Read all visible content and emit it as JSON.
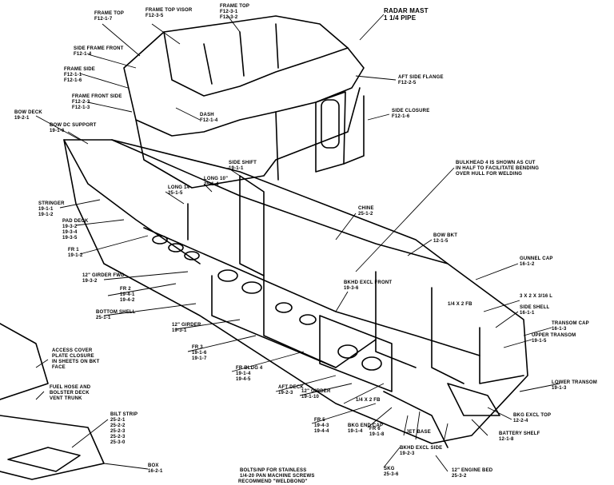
{
  "callouts": [
    {
      "name": "frame-top-label",
      "title": "FRAME TOP",
      "code": "F12-1-7"
    },
    {
      "name": "frame-top-visor-label",
      "title": "FRAME TOP VISOR",
      "code": "F12-3-5"
    },
    {
      "name": "frame-top-right-label",
      "title": "FRAME TOP",
      "code": "F12-3-1",
      "code2": "F12-3-2"
    },
    {
      "name": "radar-mast-label",
      "title": "RADAR MAST",
      "code": "1 1/4 PIPE"
    },
    {
      "name": "side-frame-front-label",
      "title": "SIDE FRAME FRONT",
      "code": "F12-1-4"
    },
    {
      "name": "frame-side-label",
      "title": "FRAME SIDE",
      "code": "F12-1-1",
      "code2": "F12-1-6"
    },
    {
      "name": "frame-front-side-label",
      "title": "FRAME FRONT SIDE",
      "code": "F12-2-3",
      "code2": "F12-1-3"
    },
    {
      "name": "aft-side-flange-label",
      "title": "AFT SIDE FLANGE",
      "code": "F12-2-5"
    },
    {
      "name": "dash-label",
      "title": "DASH",
      "code": "F12-1-4"
    },
    {
      "name": "side-closure-label",
      "title": "SIDE CLOSURE",
      "code": "F12-1-6"
    },
    {
      "name": "bow-deck-label",
      "title": "BOW DECK",
      "code": "19-2-1"
    },
    {
      "name": "bow-dc-support-label",
      "title": "BOW DC SUPPORT",
      "code": "19-1-6"
    },
    {
      "name": "side-shift-label",
      "title": "SIDE SHIFT",
      "code": "19-1-1"
    },
    {
      "name": "long-10-label",
      "title": "LONG 10\"",
      "code": "25-1-4"
    },
    {
      "name": "long-14-label",
      "title": "LONG 14",
      "code": "25-1-5"
    },
    {
      "name": "bulkhead-note-label",
      "title": "BULKHEAD 4 IS SHOWN AS CUT",
      "code": "IN HALF TO FACILITATE BENDING",
      "code2": "OVER HULL FOR WELDING"
    },
    {
      "name": "stringer-label",
      "title": "STRINGER",
      "code": "19-1-1",
      "code2": "19-1-2"
    },
    {
      "name": "pad-deck-label",
      "title": "PAD DECK",
      "code": "19-3-2",
      "code2": "19-3-4",
      "code3": "19-3-5"
    },
    {
      "name": "chine-label",
      "title": "CHINE",
      "code": "25-1-2"
    },
    {
      "name": "bow-bkt-label",
      "title": "BOW BKT",
      "code": "12-1-5"
    },
    {
      "name": "fr1-label",
      "title": "FR 1",
      "code": "19-1-2"
    },
    {
      "name": "gunnel-cap-label",
      "title": "GUNNEL CAP",
      "code": "16-1-2"
    },
    {
      "name": "girder-fwd-label",
      "title": "12\" GIRDER FWD",
      "code": "19-3-2"
    },
    {
      "name": "bkhd-excl-front-label",
      "title": "BKHD EXCL FRONT",
      "code": "19-3-6"
    },
    {
      "name": "fr2-label",
      "title": "FR 2",
      "code": "19-4-1",
      "code2": "19-4-2"
    },
    {
      "name": "bottom-shell-label",
      "title": "BOTTOM SHELL",
      "code": "25-1-1"
    },
    {
      "name": "angle-1-4x2-label",
      "title": "1/4 X 2 FB"
    },
    {
      "name": "angle-3x2-label",
      "title": "3 X 2 X 3/16 L"
    },
    {
      "name": "side-shell-label",
      "title": "SIDE SHELL",
      "code": "16-1-1"
    },
    {
      "name": "transom-cap-label",
      "title": "TRANSOM CAP",
      "code": "16-1-3"
    },
    {
      "name": "girder-12-label",
      "title": "12\" GIRDER",
      "code": "19-3-1"
    },
    {
      "name": "upper-transom-label",
      "title": "UPPER TRANSOM",
      "code": "19-1-5"
    },
    {
      "name": "fr3-label",
      "title": "FR 3",
      "code": "19-1-6",
      "code2": "19-1-7"
    },
    {
      "name": "access-cover-label",
      "title": "ACCESS COVER",
      "code": "PLATE CLOSURE",
      "code2": "IN SHEETS ON BKT",
      "code3": "FACE"
    },
    {
      "name": "fr-bldg4-label",
      "title": "FR BLDG 4",
      "code": "19-1-4",
      "code2": "19-4-5"
    },
    {
      "name": "aft-deck-label",
      "title": "AFT DECK",
      "code": "19-2-3"
    },
    {
      "name": "girder-aft-label",
      "title": "12\" GIRDER",
      "code": "19-1-10"
    },
    {
      "name": "lower-transom-label",
      "title": "LOWER TRANSOM",
      "code": "19-1-3"
    },
    {
      "name": "fuel-hose-label",
      "title": "FUEL HOSE AND",
      "code": "BOLSTER DECK",
      "code2": "VENT TRUNK"
    },
    {
      "name": "angle-1-4x2-b-label",
      "title": "1/4 X 2 FB"
    },
    {
      "name": "bkhd-excl-top-label",
      "title": "BKG EXCL TOP",
      "code": "12-2-4"
    },
    {
      "name": "bilt-strip-label",
      "title": "BILT STRIP",
      "code": "25-2-1",
      "code2": "25-2-2",
      "code3": "25-2-3",
      "code4": "25-2-3",
      "code5": "25-3-0"
    },
    {
      "name": "fr5-label",
      "title": "FR 5",
      "code": "19-4-3",
      "code2": "19-4-4"
    },
    {
      "name": "bkg-end-cap-label",
      "title": "BKG END CAP",
      "code": "19-1-4"
    },
    {
      "name": "fr6-label",
      "title": "FR 6",
      "code": "19-1-8"
    },
    {
      "name": "jet-base-label",
      "title": "JET BASE"
    },
    {
      "name": "battery-shelf-label",
      "title": "BATTERY SHELF",
      "code": "12-1-8"
    },
    {
      "name": "bkhd-excl-side-label",
      "title": "BKHD EXCL SIDE",
      "code": "19-2-3"
    },
    {
      "name": "box-label",
      "title": "BOX",
      "code": "16-2-1"
    },
    {
      "name": "skeg-label",
      "title": "SKG",
      "code": "25-3-6"
    },
    {
      "name": "engine-bed-label",
      "title": "12\" ENGINE BED",
      "code": "25-3-2"
    },
    {
      "name": "bolts-note-label",
      "title": "BOLTS/NP FOR STAINLESS",
      "code": "1/4-20 PAN MACHINE SCREWS"
    },
    {
      "name": "recommend-label",
      "title": "RECOMMEND \"WELDBOND\""
    }
  ]
}
